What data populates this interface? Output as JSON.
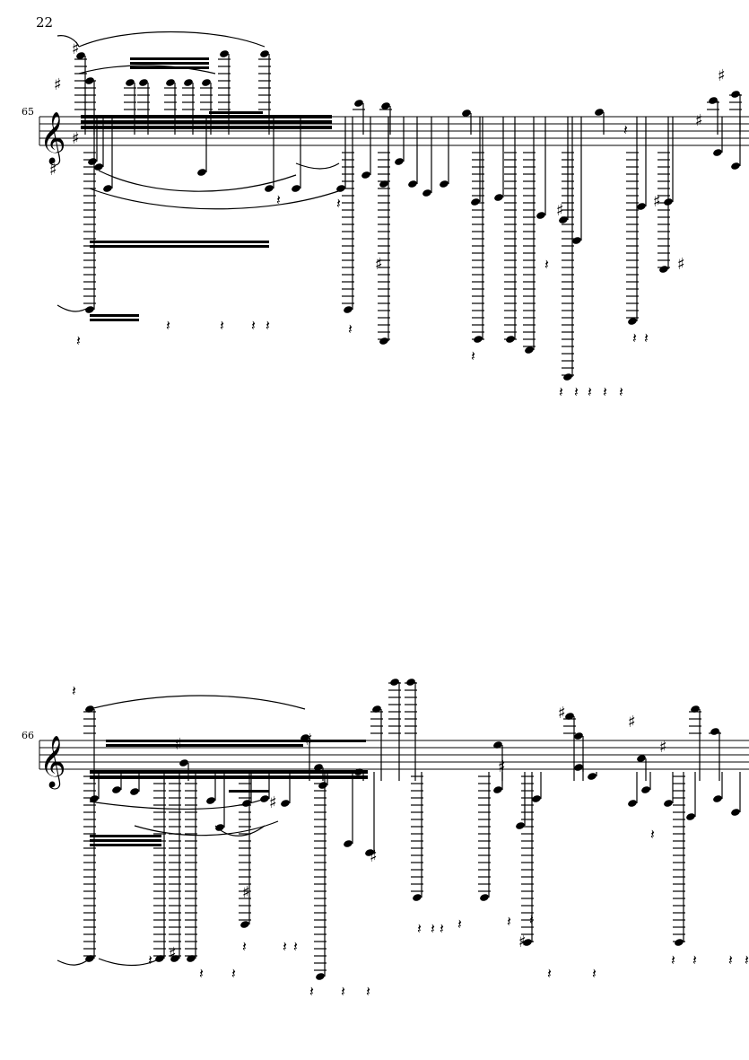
{
  "page": {
    "number": "22"
  },
  "systems": [
    {
      "measure_number": "65"
    },
    {
      "measure_number": "66"
    }
  ],
  "glyphs": {
    "sharp": "♯",
    "natural": "♮",
    "quarter_rest": "𝄽",
    "treble_clef": "𝄞"
  }
}
